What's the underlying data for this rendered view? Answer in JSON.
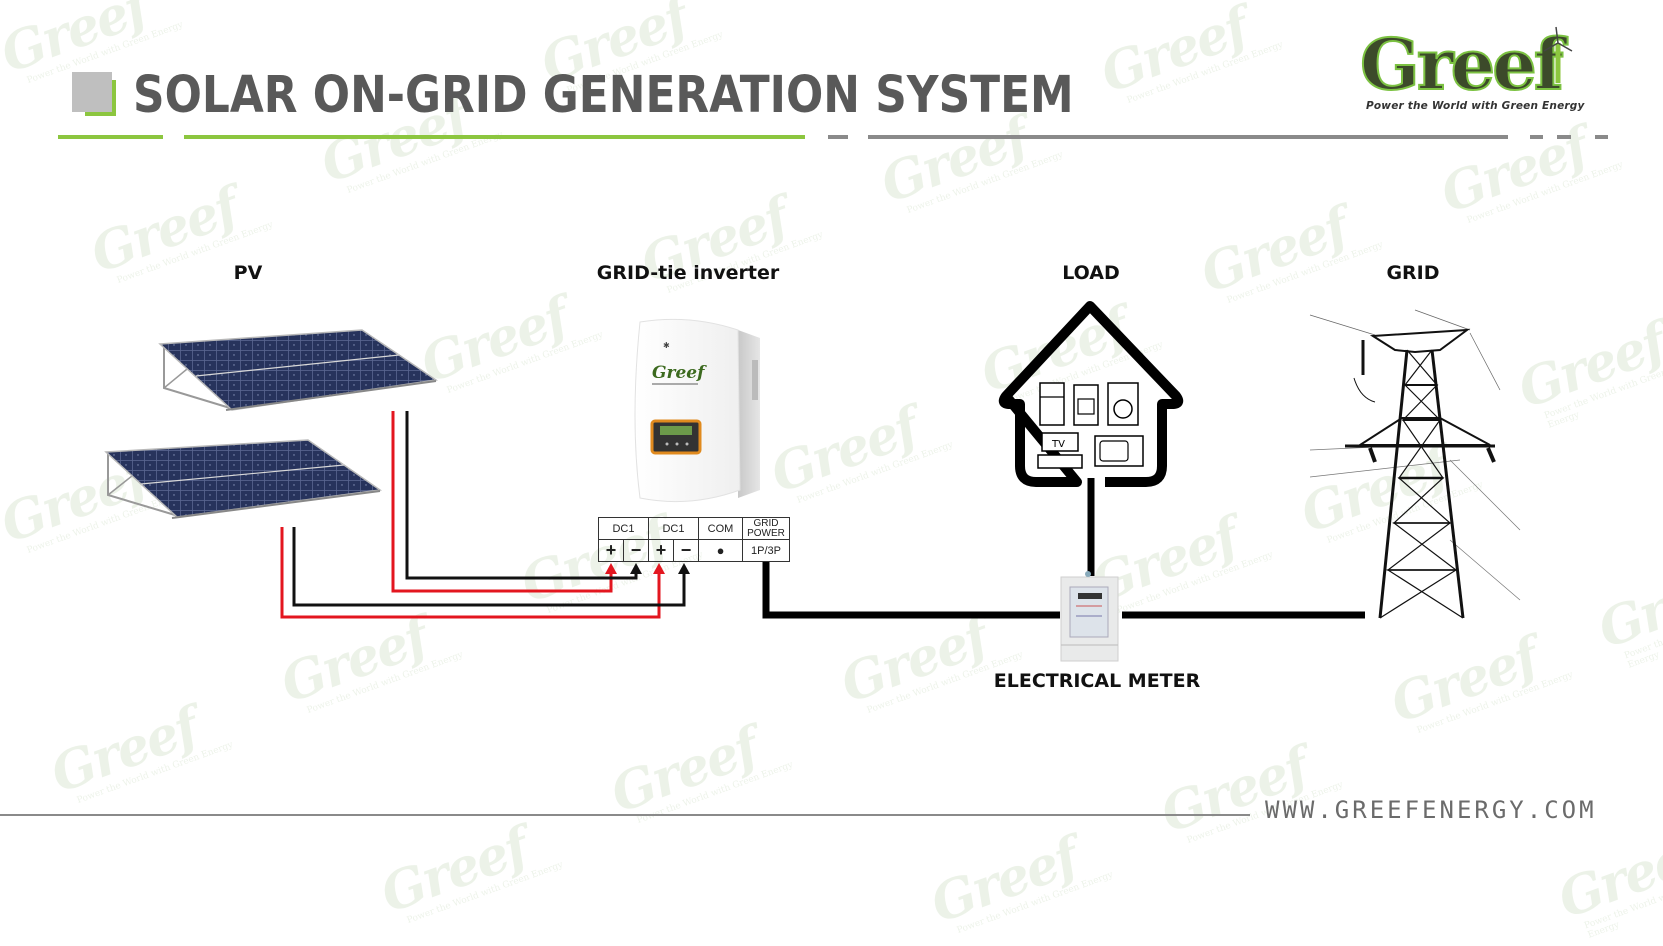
{
  "header": {
    "title": "SOLAR ON-GRID GENERATION SYSTEM",
    "accent_color": "#8cc63f",
    "title_color": "#595959"
  },
  "logo": {
    "name": "Greef",
    "tagline": "Power the World with Green Energy"
  },
  "diagram": {
    "components": {
      "pv": {
        "label": "PV",
        "count": 2
      },
      "inverter": {
        "label": "GRID-tie inverter",
        "brand": "Greef"
      },
      "load": {
        "label": "LOAD",
        "appliances": [
          "refrigerator",
          "stove",
          "washing machine",
          "TV",
          "microwave"
        ],
        "tv_text": "TV"
      },
      "grid": {
        "label": "GRID"
      },
      "meter": {
        "label": "ELECTRICAL METER"
      }
    },
    "terminal_block": {
      "headers": [
        "DC1",
        "DC1",
        "COM",
        "GRID\nPOWER"
      ],
      "grid_header_line1": "GRID",
      "grid_header_line2": "POWER",
      "dc1a_plus": "+",
      "dc1a_minus": "−",
      "dc1b_plus": "+",
      "dc1b_minus": "−",
      "com_value": "●",
      "grid_value": "1P/3P"
    },
    "wire_colors": {
      "positive": "#e3161f",
      "negative": "#111111",
      "ac": "#000000"
    }
  },
  "footer": {
    "url": "WWW.GREEFENERGY.COM"
  },
  "watermark": {
    "text": "Greef",
    "tagline": "Power the World with Green Energy"
  }
}
